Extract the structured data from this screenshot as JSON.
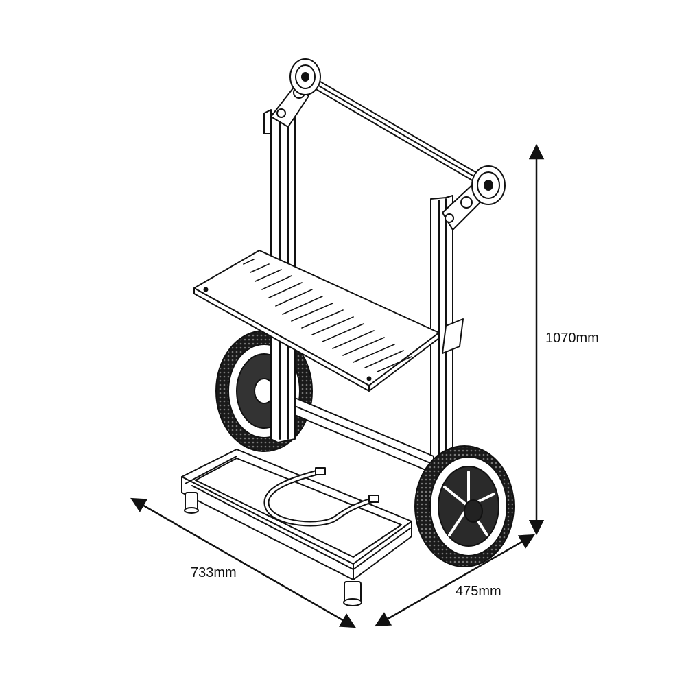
{
  "dimensions": {
    "height": {
      "label": "1070mm"
    },
    "length": {
      "label": "733mm"
    },
    "width": {
      "label": "475mm"
    }
  },
  "colors": {
    "line": "#111111",
    "fill": "#ffffff",
    "tire": "#1a1a1a",
    "hub": "#222222"
  },
  "parts": [
    "top-spool-bar",
    "spool-wheel",
    "upright-column",
    "perforated-shelf",
    "wheel",
    "base-tray",
    "hose",
    "foot"
  ]
}
